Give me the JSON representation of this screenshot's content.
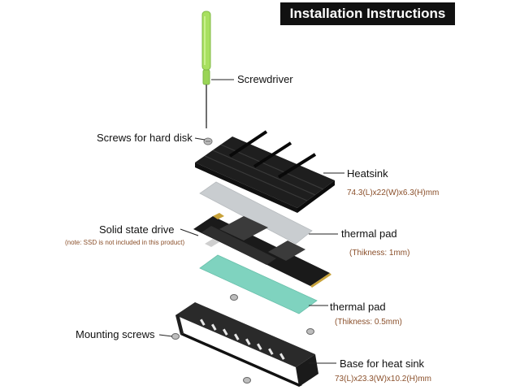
{
  "title": "Installation Instructions",
  "labels": {
    "screwdriver": "Screwdriver",
    "screws_hard_disk": "Screws for hard disk",
    "heatsink": "Heatsink",
    "heatsink_spec": "74.3(L)x22(W)x6.3(H)mm",
    "ssd": "Solid state drive",
    "ssd_note": "(note: SSD is not included in this product)",
    "thermal_pad_top": "thermal pad",
    "thermal_pad_top_spec": "(Thikness: 1mm)",
    "thermal_pad_bottom": "thermal pad",
    "thermal_pad_bottom_spec": "(Thikness: 0.5mm)",
    "mounting_screws": "Mounting screws",
    "base": "Base for heat sink",
    "base_spec": "73(L)x23.3(W)x10.2(H)mm"
  },
  "colors": {
    "screwdriver_handle": "#a8e060",
    "heatsink": "#1e1e1e",
    "thermal_pad_top": "#c9cdd0",
    "thermal_pad_bottom": "#7fd3bf",
    "ssd_board": "#1a1a1a",
    "ssd_contacts": "#c8a23a",
    "base": "#2a2a2a",
    "title_bg": "#111111",
    "spec_text": "#8a4f2a"
  }
}
